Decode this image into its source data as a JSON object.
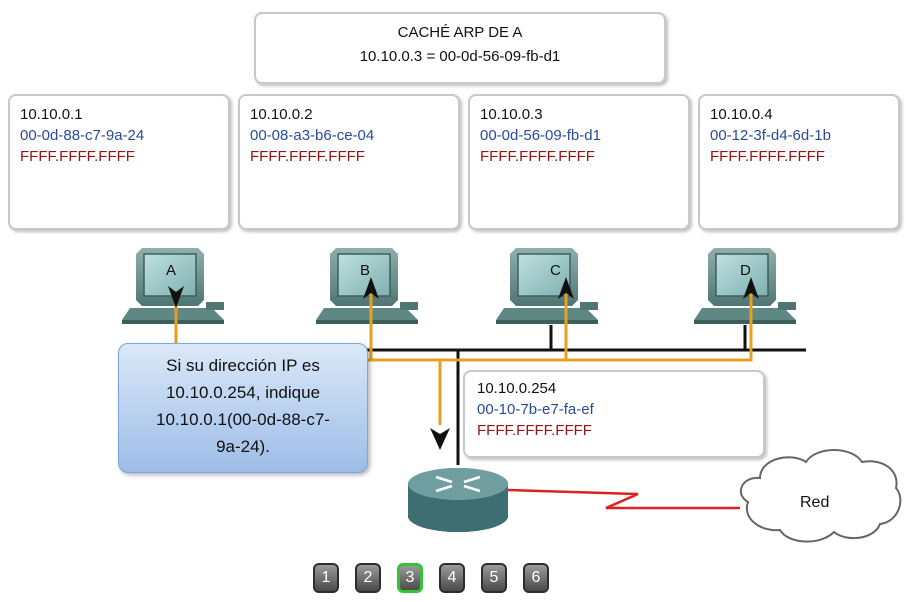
{
  "arp_cache": {
    "title": "CACHÉ ARP DE A",
    "entry": "10.10.0.3 = 00-0d-56-09-fb-d1"
  },
  "hosts": [
    {
      "label": "A",
      "ip": "10.10.0.1",
      "mac": "00-0d-88-c7-9a-24",
      "broadcast": "FFFF.FFFF.FFFF"
    },
    {
      "label": "B",
      "ip": "10.10.0.2",
      "mac": "00-08-a3-b6-ce-04",
      "broadcast": "FFFF.FFFF.FFFF"
    },
    {
      "label": "C",
      "ip": "10.10.0.3",
      "mac": "00-0d-56-09-fb-d1",
      "broadcast": "FFFF.FFFF.FFFF"
    },
    {
      "label": "D",
      "ip": "10.10.0.4",
      "mac": "00-12-3f-d4-6d-1b",
      "broadcast": "FFFF.FFFF.FFFF"
    }
  ],
  "router": {
    "ip": "10.10.0.254",
    "mac": "00-10-7b-e7-fa-ef",
    "broadcast": "FFFF.FFFF.FFFF"
  },
  "tooltip": {
    "lines": [
      "Si su dirección IP es",
      "10.10.0.254, indique",
      "10.10.0.1(00-0d-88-c7-",
      "9a-24)."
    ]
  },
  "cloud_label": "Red",
  "steps": {
    "labels": [
      "1",
      "2",
      "3",
      "4",
      "5",
      "6"
    ],
    "active": "3"
  },
  "colors": {
    "mac_text": "#2a4a9a",
    "broadcast_text": "#9b1212",
    "flow_line": "#e8a020",
    "wan_link": "#e02020",
    "active_step": "#36c236"
  }
}
